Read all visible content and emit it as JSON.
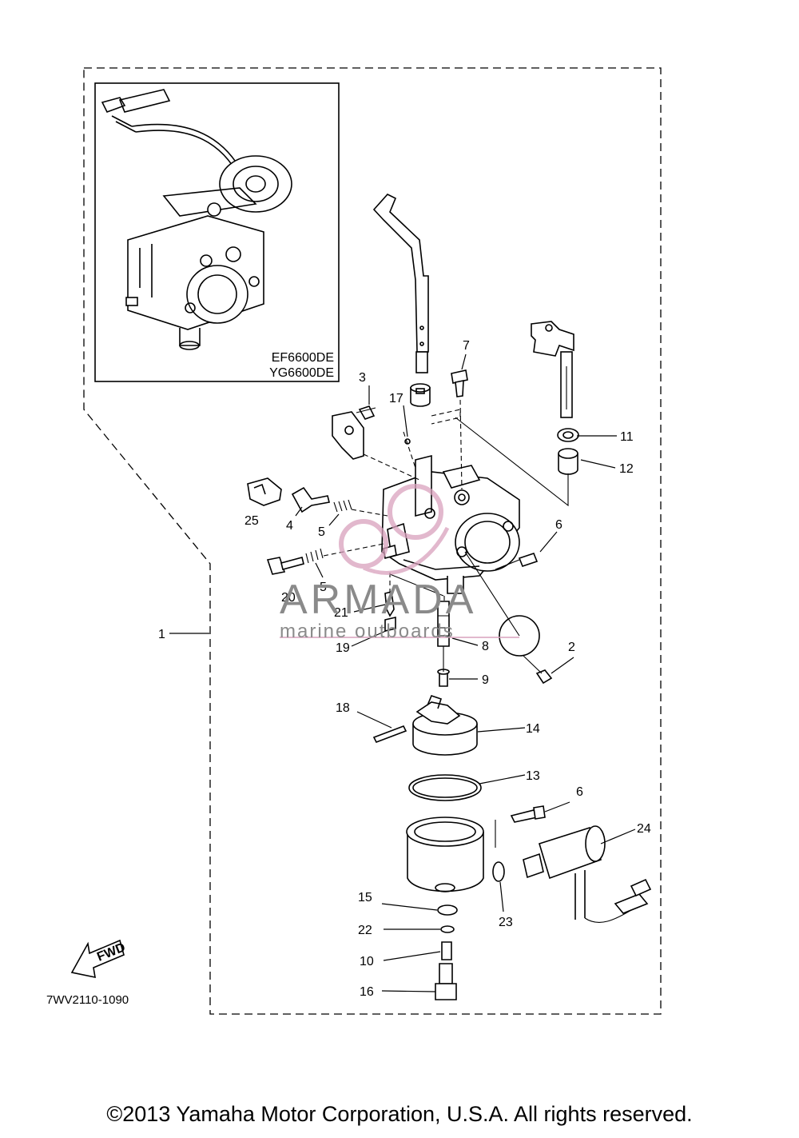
{
  "inset": {
    "models": [
      "EF6600DE",
      "YG6600DE"
    ]
  },
  "reference_code": "7WV2110-1090",
  "fwd_label": "FWD",
  "watermark": {
    "title": "ARMADA",
    "subtitle": "marine outboards",
    "accent": "#d9a1bd"
  },
  "copyright": "©2013 Yamaha Motor Corporation, U.S.A. All rights reserved.",
  "callouts": {
    "c1": "1",
    "c2": "2",
    "c3a": "3",
    "c4": "4",
    "c5a": "5",
    "c5b": "5",
    "c6a": "6",
    "c6b": "6",
    "c7": "7",
    "c8": "8",
    "c9": "9",
    "c10": "10",
    "c11": "11",
    "c12": "12",
    "c13": "13",
    "c14": "14",
    "c15": "15",
    "c16": "16",
    "c17": "17",
    "c18": "18",
    "c19": "19",
    "c20": "20",
    "c21": "21",
    "c22": "22",
    "c23": "23",
    "c24": "24",
    "c25": "25"
  }
}
